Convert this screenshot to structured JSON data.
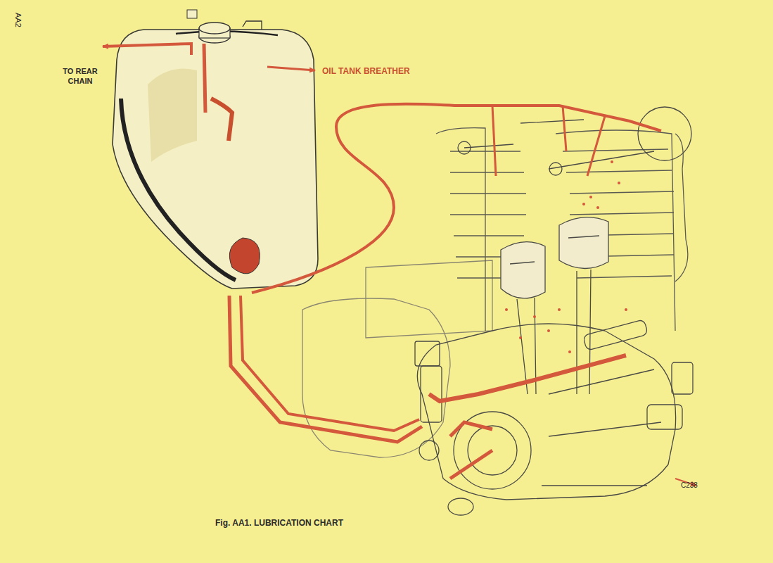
{
  "diagram": {
    "caption": "Fig. AA1. LUBRICATION CHART",
    "labels": [
      "AA2",
      "TO REAR CHAIN",
      "OIL TANK BREATHER",
      "C238"
    ]
  }
}
